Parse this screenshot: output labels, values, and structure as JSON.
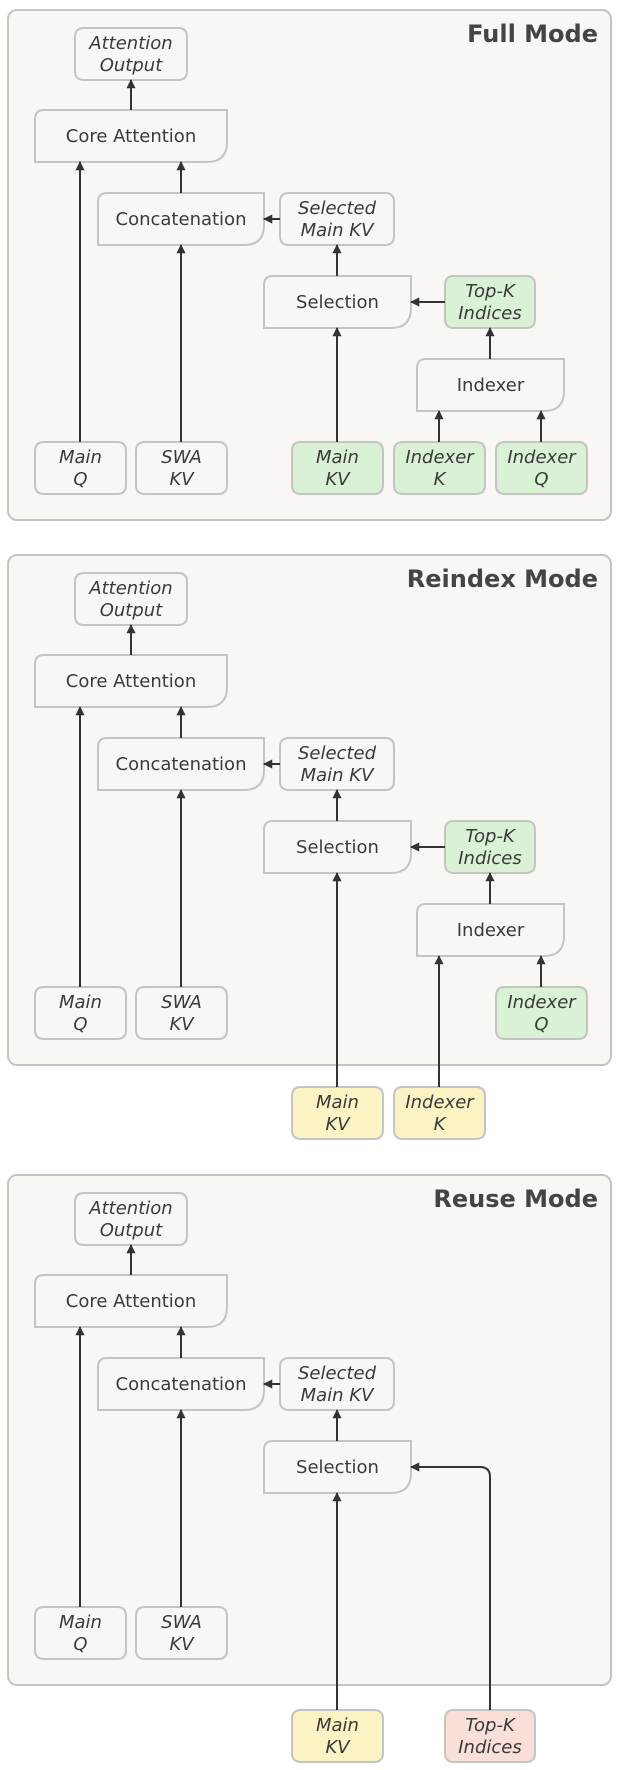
{
  "panels": [
    {
      "title": "Full Mode",
      "nodes": {
        "attention_output": "Attention Output",
        "core_attention": "Core Attention",
        "concatenation": "Concatenation",
        "selected_main_kv": "Selected Main KV",
        "selection": "Selection",
        "top_k_indices": "Top-K Indices",
        "indexer": "Indexer",
        "main_q": "Main Q",
        "swa_kv": "SWA KV",
        "main_kv": "Main KV",
        "indexer_k": "Indexer K",
        "indexer_q": "Indexer Q"
      }
    },
    {
      "title": "Reindex Mode",
      "nodes": {
        "attention_output": "Attention Output",
        "core_attention": "Core Attention",
        "concatenation": "Concatenation",
        "selected_main_kv": "Selected Main KV",
        "selection": "Selection",
        "top_k_indices": "Top-K Indices",
        "indexer": "Indexer",
        "main_q": "Main Q",
        "swa_kv": "SWA KV",
        "indexer_q": "Indexer Q",
        "main_kv": "Main KV",
        "indexer_k": "Indexer K"
      }
    },
    {
      "title": "Reuse Mode",
      "nodes": {
        "attention_output": "Attention Output",
        "core_attention": "Core Attention",
        "concatenation": "Concatenation",
        "selected_main_kv": "Selected Main KV",
        "selection": "Selection",
        "main_q": "Main Q",
        "swa_kv": "SWA KV",
        "main_kv": "Main KV",
        "top_k_indices": "Top-K Indices"
      }
    }
  ],
  "colors": {
    "panel_fill": "#f8f7f4",
    "border": "#c4c4c4",
    "computed_on_device": "#d9f1d4",
    "loaded_from_cache": "#fbf3c3",
    "reused_indices": "#f9dfd8",
    "arrow": "#333333"
  }
}
